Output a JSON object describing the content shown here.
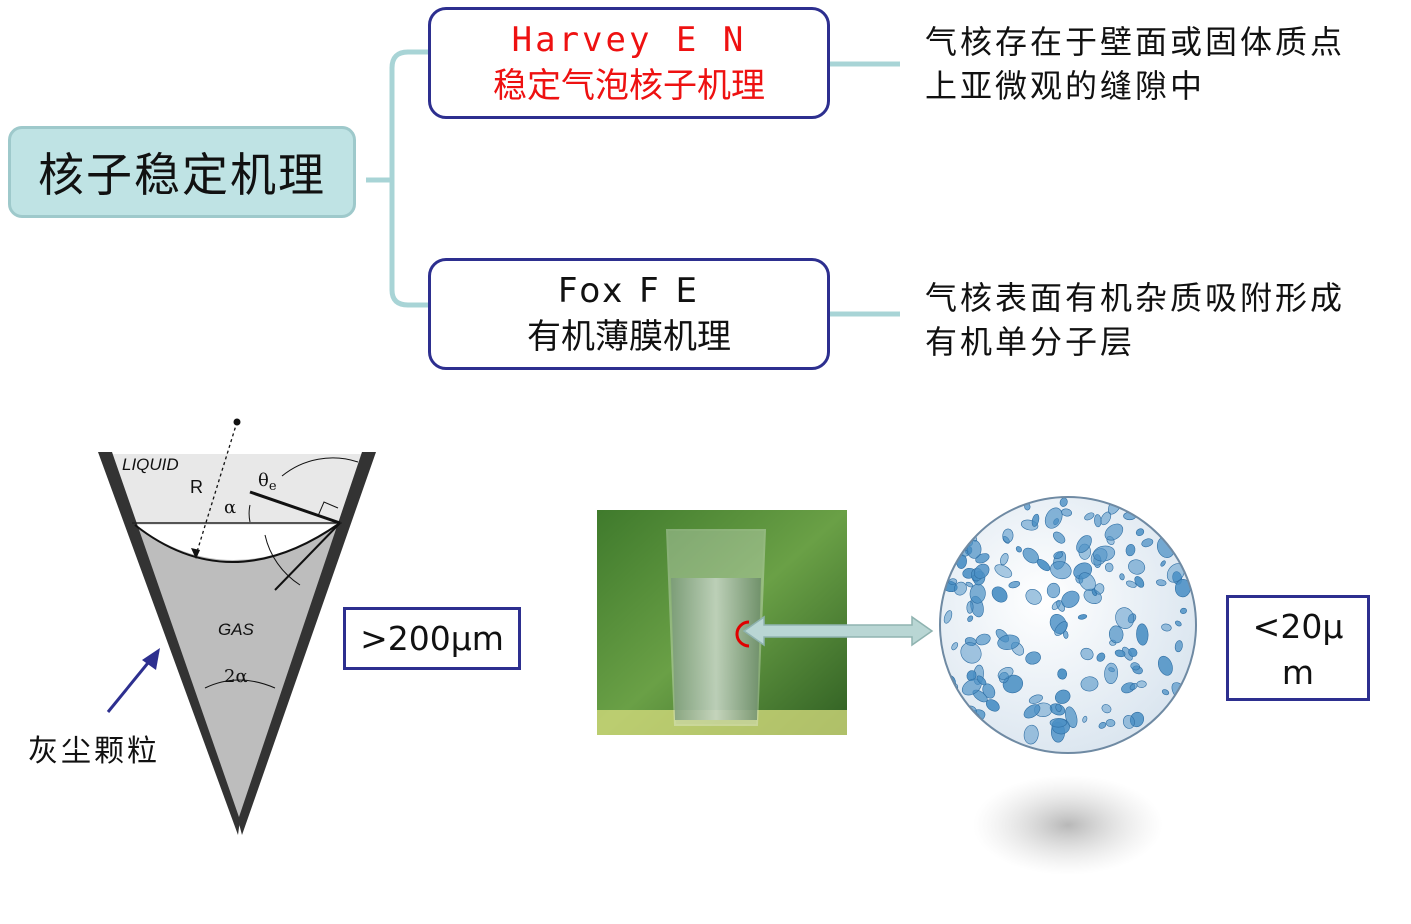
{
  "main": {
    "title": "核子稳定机理"
  },
  "theories": [
    {
      "author": "Harvey E N",
      "name": "稳定气泡核子机理",
      "color": "#ee1111",
      "description_lines": [
        "气核存在于壁面或固体质点",
        "上亚微观的缝隙中"
      ]
    },
    {
      "author": "Fox F E",
      "name": "有机薄膜机理",
      "color": "#111111",
      "description_lines": [
        "气核表面有机杂质吸附形成",
        "有机单分子层"
      ]
    }
  ],
  "crevice_diagram": {
    "liquid_label": "LIQUID",
    "gas_label": "GAS",
    "radius_label": "R",
    "angle_label": "α",
    "contact_angle_label": "θ",
    "contact_angle_sub": "e",
    "cone_angle_label": "2α",
    "dust_label": "灰尘颗粒"
  },
  "sizes": {
    "large": ">200μm",
    "small_line1": "<20μ",
    "small_line2": "m"
  },
  "colors": {
    "box_border": "#2d2f8f",
    "main_fill": "#bfe3e4",
    "connector": "#a8d4d6",
    "bubble": "#4a8fc4"
  }
}
